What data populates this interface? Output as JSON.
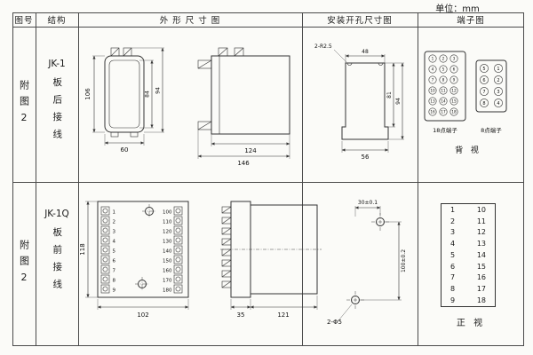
{
  "unit_label": "单位：mm",
  "headers": {
    "fig_no": "图号",
    "structure": "结构",
    "outline": "外 形 尺 寸 图",
    "mounting": "安装开孔尺寸图",
    "terminal": "端子图"
  },
  "row1": {
    "fig_no": "附图2",
    "model": "JK-1",
    "wiring": "板后接线",
    "front": {
      "dim_height": "106",
      "dim_inner": "84",
      "dim_outer": "94",
      "dim_width": "60"
    },
    "side": {
      "dim_body": "124",
      "dim_total": "146"
    },
    "mounting": {
      "note": "2-R2.5",
      "dim_top": "48",
      "dim_inner": "81",
      "dim_outer": "94",
      "dim_bottom": "56"
    },
    "terminal": {
      "t18_label": "18点端子",
      "t8_label": "8点端子",
      "view": "背 视",
      "t18": [
        "1",
        "2",
        "3",
        "4",
        "5",
        "6",
        "7",
        "8",
        "9",
        "10",
        "11",
        "12",
        "13",
        "14",
        "15",
        "16",
        "17",
        "18"
      ],
      "t8_left": [
        "5",
        "6",
        "7",
        "8"
      ],
      "t8_right": [
        "1",
        "2",
        "3",
        "4"
      ]
    }
  },
  "row2": {
    "fig_no": "附图2",
    "model": "JK-1Q",
    "wiring": "板前接线",
    "front": {
      "dim_height": "118",
      "dim_width": "102",
      "left_terminals": [
        "1",
        "2",
        "3",
        "4",
        "5",
        "6",
        "7",
        "8",
        "9"
      ],
      "right_terminals": [
        "100",
        "110",
        "120",
        "130",
        "140",
        "150",
        "160",
        "170",
        "180"
      ]
    },
    "side": {
      "dim_flange": "35",
      "dim_body": "121"
    },
    "mounting": {
      "dim_h": "30±0.1",
      "dim_v": "100±0.2",
      "note": "2-Φ5"
    },
    "terminal": {
      "view": "正 视",
      "pairs": [
        [
          "1",
          "10"
        ],
        [
          "2",
          "11"
        ],
        [
          "3",
          "12"
        ],
        [
          "4",
          "13"
        ],
        [
          "5",
          "14"
        ],
        [
          "6",
          "15"
        ],
        [
          "7",
          "16"
        ],
        [
          "8",
          "17"
        ],
        [
          "9",
          "18"
        ]
      ]
    }
  }
}
